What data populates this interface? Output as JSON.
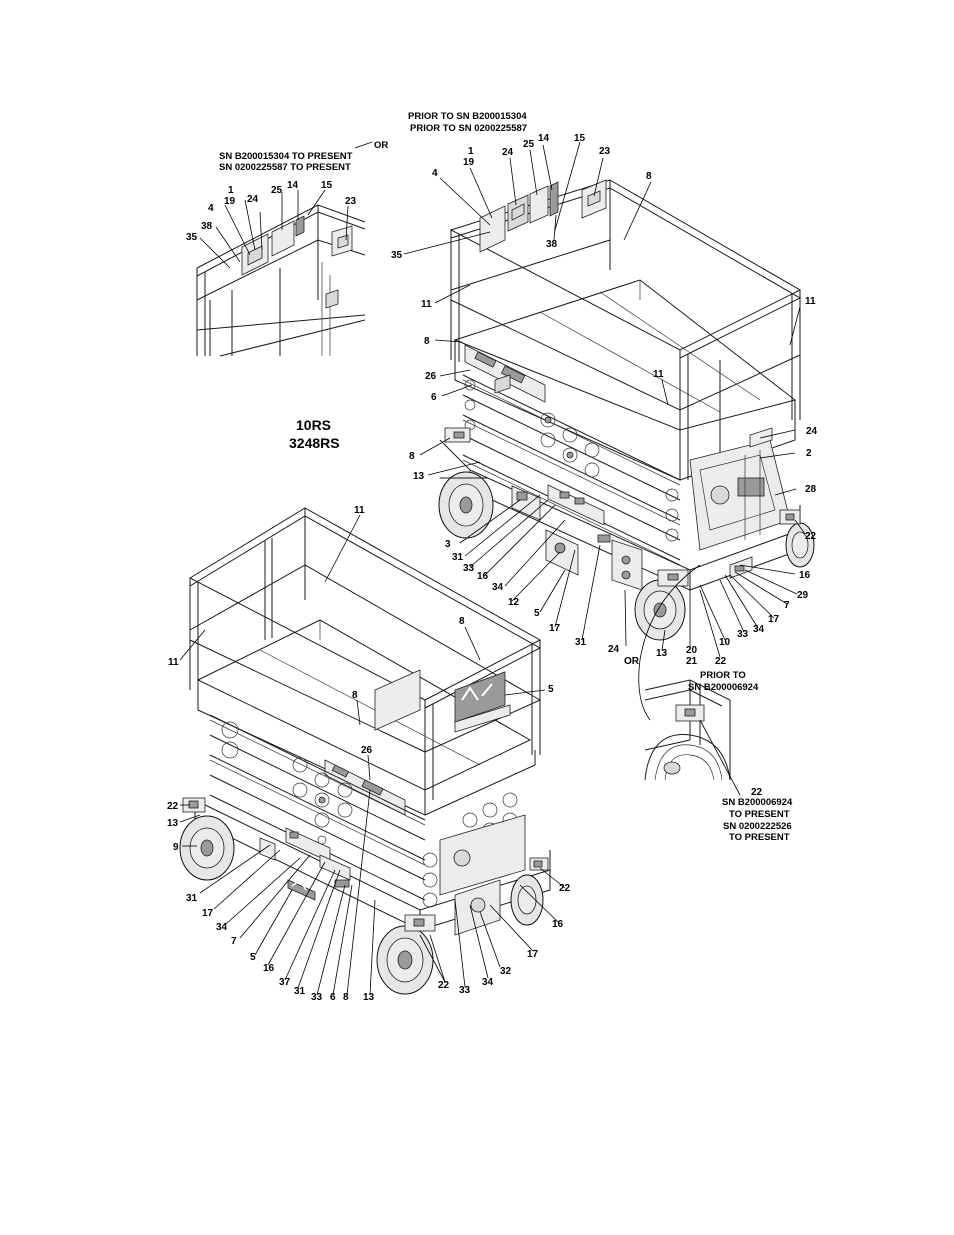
{
  "diagram": {
    "model_title": [
      "10RS",
      "3248RS"
    ],
    "notes": {
      "prior_top": [
        "PRIOR TO SN B200015304",
        "PRIOR TO SN 0200225587"
      ],
      "or_top": "OR",
      "present_top": [
        "SN B200015304 TO PRESENT",
        "SN 0200225587 TO PRESENT"
      ],
      "or_bottom": "OR",
      "prior_bottom": [
        "PRIOR TO",
        "SN B200006924"
      ],
      "present_bottom": [
        "SN B200006924",
        "TO PRESENT",
        "SN 0200222526",
        "TO PRESENT"
      ]
    },
    "callouts_inset_top": [
      "1",
      "19",
      "4",
      "24",
      "25",
      "14",
      "15",
      "23",
      "38",
      "35"
    ],
    "callouts_upper_machine": [
      "1",
      "19",
      "24",
      "25",
      "14",
      "15",
      "23",
      "4",
      "8",
      "35",
      "38",
      "11",
      "11",
      "8",
      "26",
      "11",
      "6",
      "24",
      "8",
      "2",
      "13",
      "28",
      "22",
      "3",
      "31",
      "33",
      "16",
      "34",
      "12",
      "5",
      "17",
      "31",
      "16",
      "29",
      "7",
      "17",
      "34",
      "33",
      "10",
      "20",
      "21",
      "22",
      "13",
      "24"
    ],
    "callouts_inset_bottom": [
      "22"
    ],
    "callouts_lower_machine": [
      "11",
      "8",
      "11",
      "5",
      "8",
      "26",
      "22",
      "13",
      "9",
      "22",
      "31",
      "17",
      "34",
      "7",
      "5",
      "16",
      "37",
      "31",
      "33",
      "6",
      "8",
      "13",
      "22",
      "33",
      "34",
      "32",
      "17",
      "16"
    ]
  }
}
